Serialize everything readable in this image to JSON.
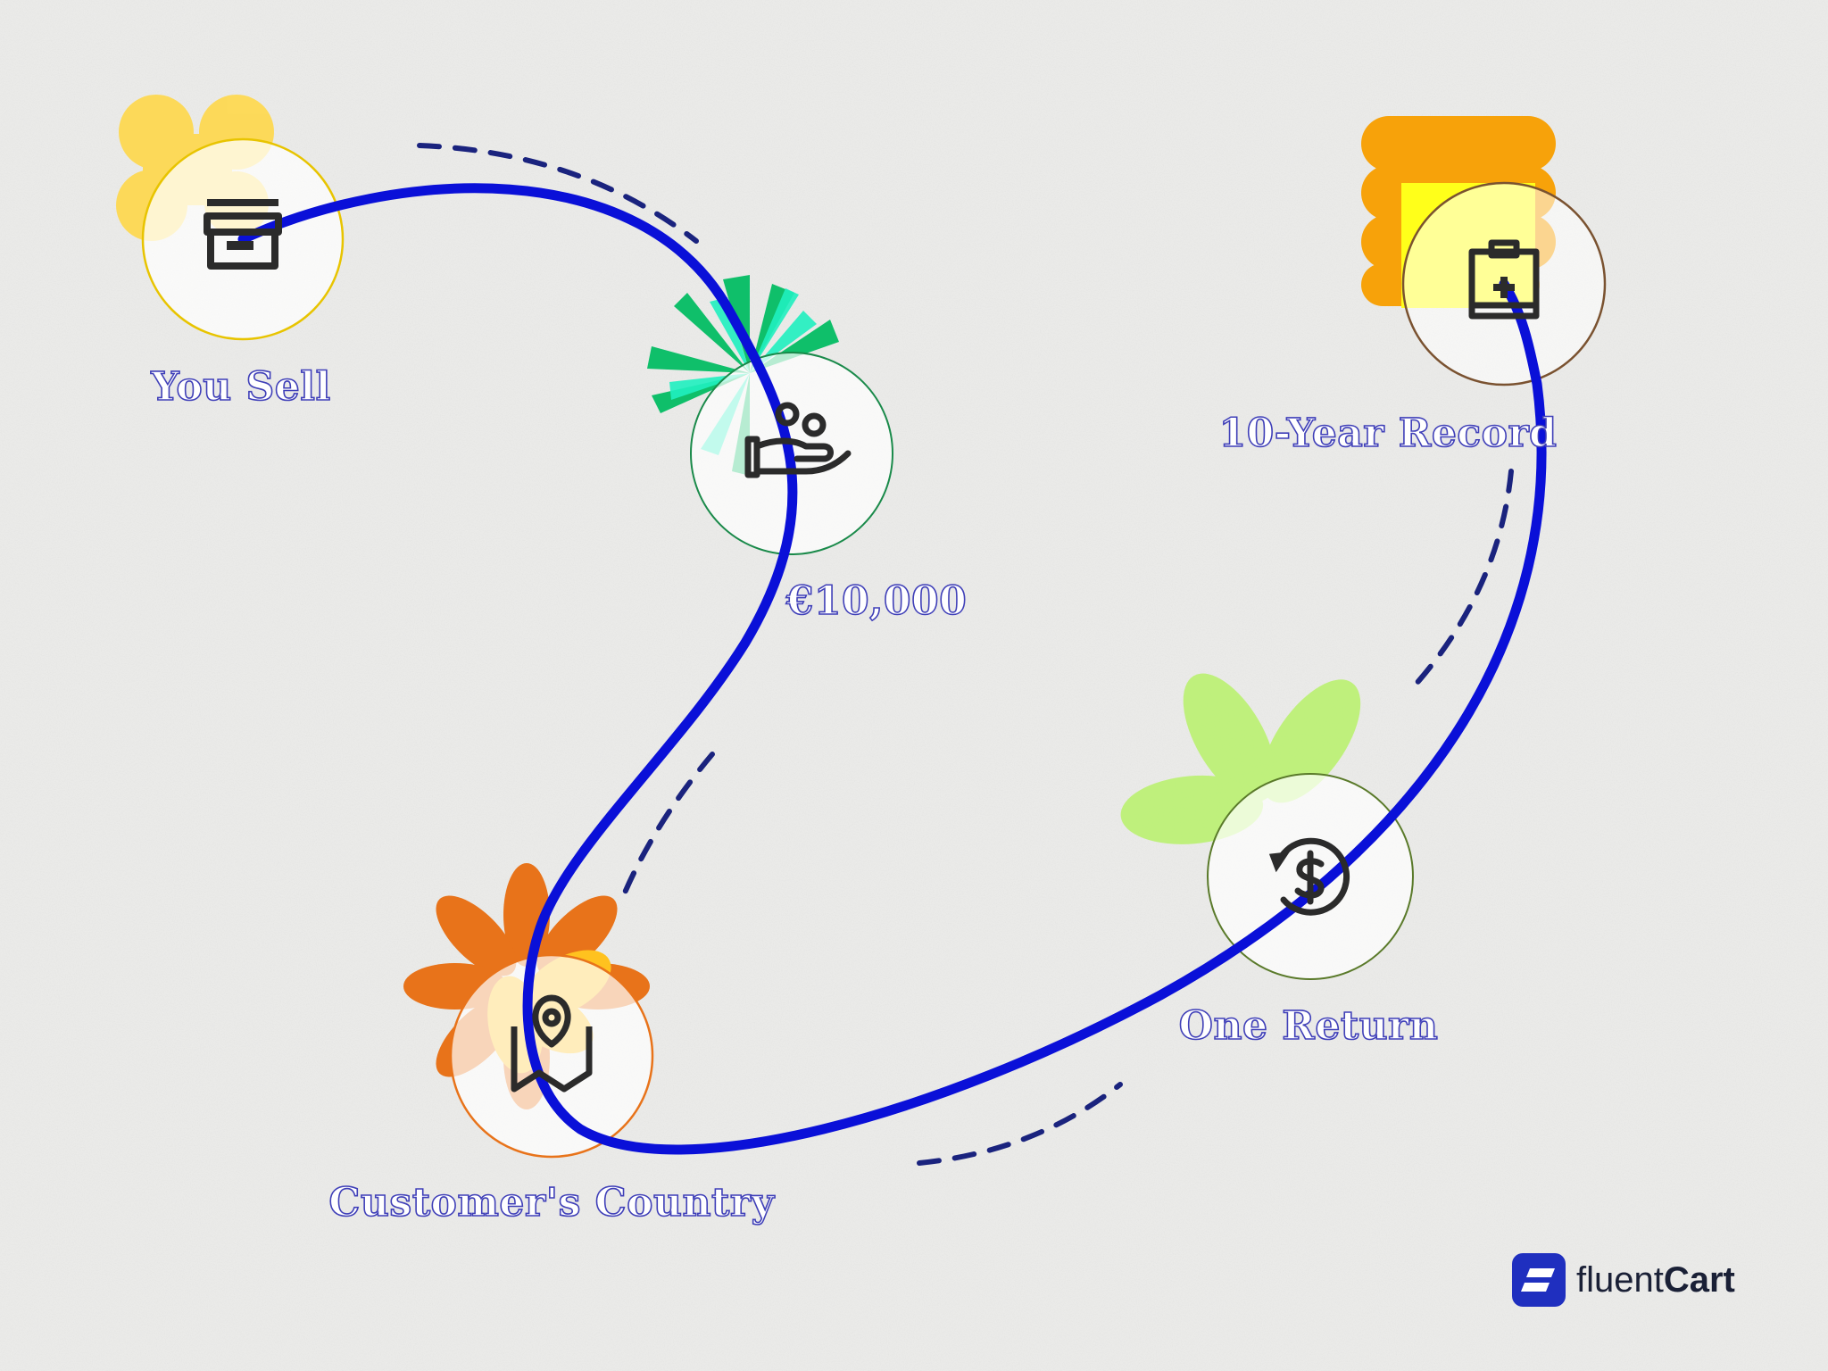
{
  "colors": {
    "path": "#0a10d8",
    "dashes": "#1a237e",
    "label_stroke": "#3f3fb8",
    "icon": "#2b2b2b",
    "brand": "#1f2fbf"
  },
  "nodes": [
    {
      "id": "you-sell",
      "label": "You Sell",
      "icon": "store-icon",
      "accent": "#ffd84a",
      "ring": "#e8c400"
    },
    {
      "id": "threshold",
      "label": "€10,000",
      "icon": "hand-coins-icon",
      "accent": "#0fbf6a",
      "ring": "#1a8a4a"
    },
    {
      "id": "customer-country",
      "label": "Customer's Country",
      "icon": "map-pin-icon",
      "accent": "#e8731a",
      "ring": "#e8731a"
    },
    {
      "id": "one-return",
      "label": "One Return",
      "icon": "refund-icon",
      "accent": "#b8f26a",
      "ring": "#5a7a2a"
    },
    {
      "id": "record",
      "label": "10-Year Record",
      "icon": "medical-case-icon",
      "accent": "#f7a20a",
      "ring": "#7a5230"
    }
  ],
  "brand": {
    "name_light": "fluent",
    "name_bold": "Cart",
    "icon": "fluentcart-logo-icon"
  }
}
